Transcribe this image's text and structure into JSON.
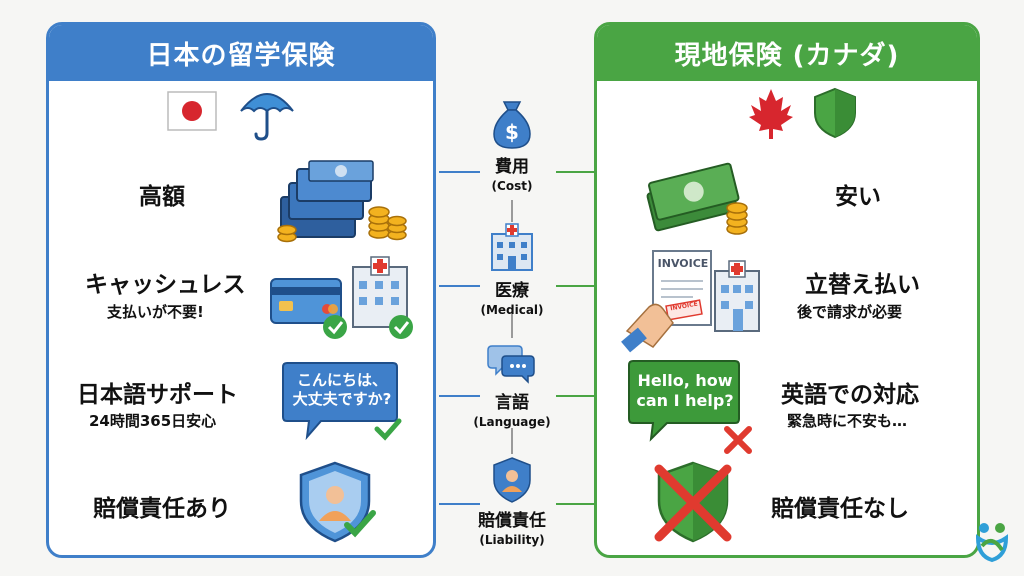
{
  "left_panel": {
    "title": "日本の留学保険",
    "rows": [
      {
        "title": "高額",
        "subtitle": ""
      },
      {
        "title": "キャッシュレス",
        "subtitle": "支払いが不要!"
      },
      {
        "title": "日本語サポート",
        "subtitle": "24時間365日安心"
      },
      {
        "title": "賠償責任あり",
        "subtitle": ""
      }
    ],
    "bubble_line1": "こんにちは、",
    "bubble_line2": "大丈夫ですか?"
  },
  "right_panel": {
    "title": "現地保険 (カナダ)",
    "rows": [
      {
        "title": "安い",
        "subtitle": ""
      },
      {
        "title": "立替え払い",
        "subtitle": "後で請求が必要"
      },
      {
        "title": "英語での対応",
        "subtitle": "緊急時に不安も…"
      },
      {
        "title": "賠償責任なし",
        "subtitle": ""
      }
    ],
    "bubble_line1": "Hello, how",
    "bubble_line2": "can I help?",
    "invoice_label": "INVOICE",
    "invoice_stamp": "INVOICE"
  },
  "categories": [
    {
      "jp": "費用",
      "en": "(Cost)",
      "icon": "money-bag-icon"
    },
    {
      "jp": "医療",
      "en": "(Medical)",
      "icon": "hospital-icon"
    },
    {
      "jp": "言語",
      "en": "(Language)",
      "icon": "speech-bubbles-icon"
    },
    {
      "jp": "賠償責任",
      "en": "(Liability)",
      "icon": "shield-person-icon"
    }
  ],
  "money_symbol": "$",
  "colors": {
    "japan_blue": "#3f7fc9",
    "canada_green": "#4aa544",
    "check_green": "#3aa546",
    "cross_red": "#e03a2f"
  }
}
